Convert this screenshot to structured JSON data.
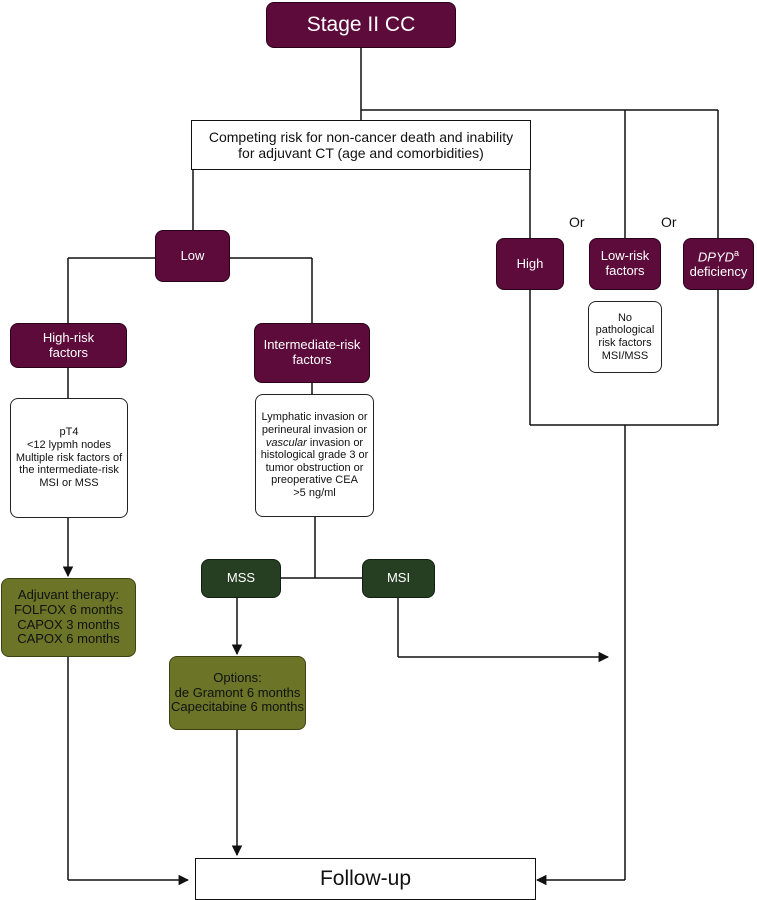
{
  "nodes": {
    "stage": "Stage II CC",
    "competing_risk": "Competing risk for non-cancer death and inability\nfor adjuvant CT (age and comorbidities)",
    "low": "Low",
    "high": "High",
    "low_risk_factors": "Low-risk\nfactors",
    "dpyd_name": "DPYD",
    "dpyd_sup": "a",
    "dpyd_rest": "deficiency",
    "no_path": "No\npathological\nrisk factors\nMSI/MSS",
    "high_risk": "High-risk\nfactors",
    "intermediate_risk": "Intermediate-risk\nfactors",
    "high_risk_list": "pT4\n<12 lypmh nodes\nMultiple risk factors of\nthe intermediate-risk\nMSI or MSS",
    "inter_list_1": "Lymphatic invasion or\nperineural invasion or\n",
    "inter_list_vasc": "vascular",
    "inter_list_2": " invasion or\nhistological grade 3 or\ntumor obstruction or\npreoperative CEA\n>5 ng/ml",
    "mss": "MSS",
    "msi": "MSI",
    "adjuvant": "Adjuvant therapy:\nFOLFOX 6 months\nCAPOX 3 months\nCAPOX 6 months",
    "options": "Options:\nde Gramont 6 months\nCapecitabine 6 months",
    "followup": "Follow-up"
  },
  "connectors": {
    "or_1": "Or",
    "or_2": "Or"
  },
  "colors": {
    "maroon": "#5c0b3a",
    "dark_green": "#263f22",
    "olive": "#6b7427"
  }
}
